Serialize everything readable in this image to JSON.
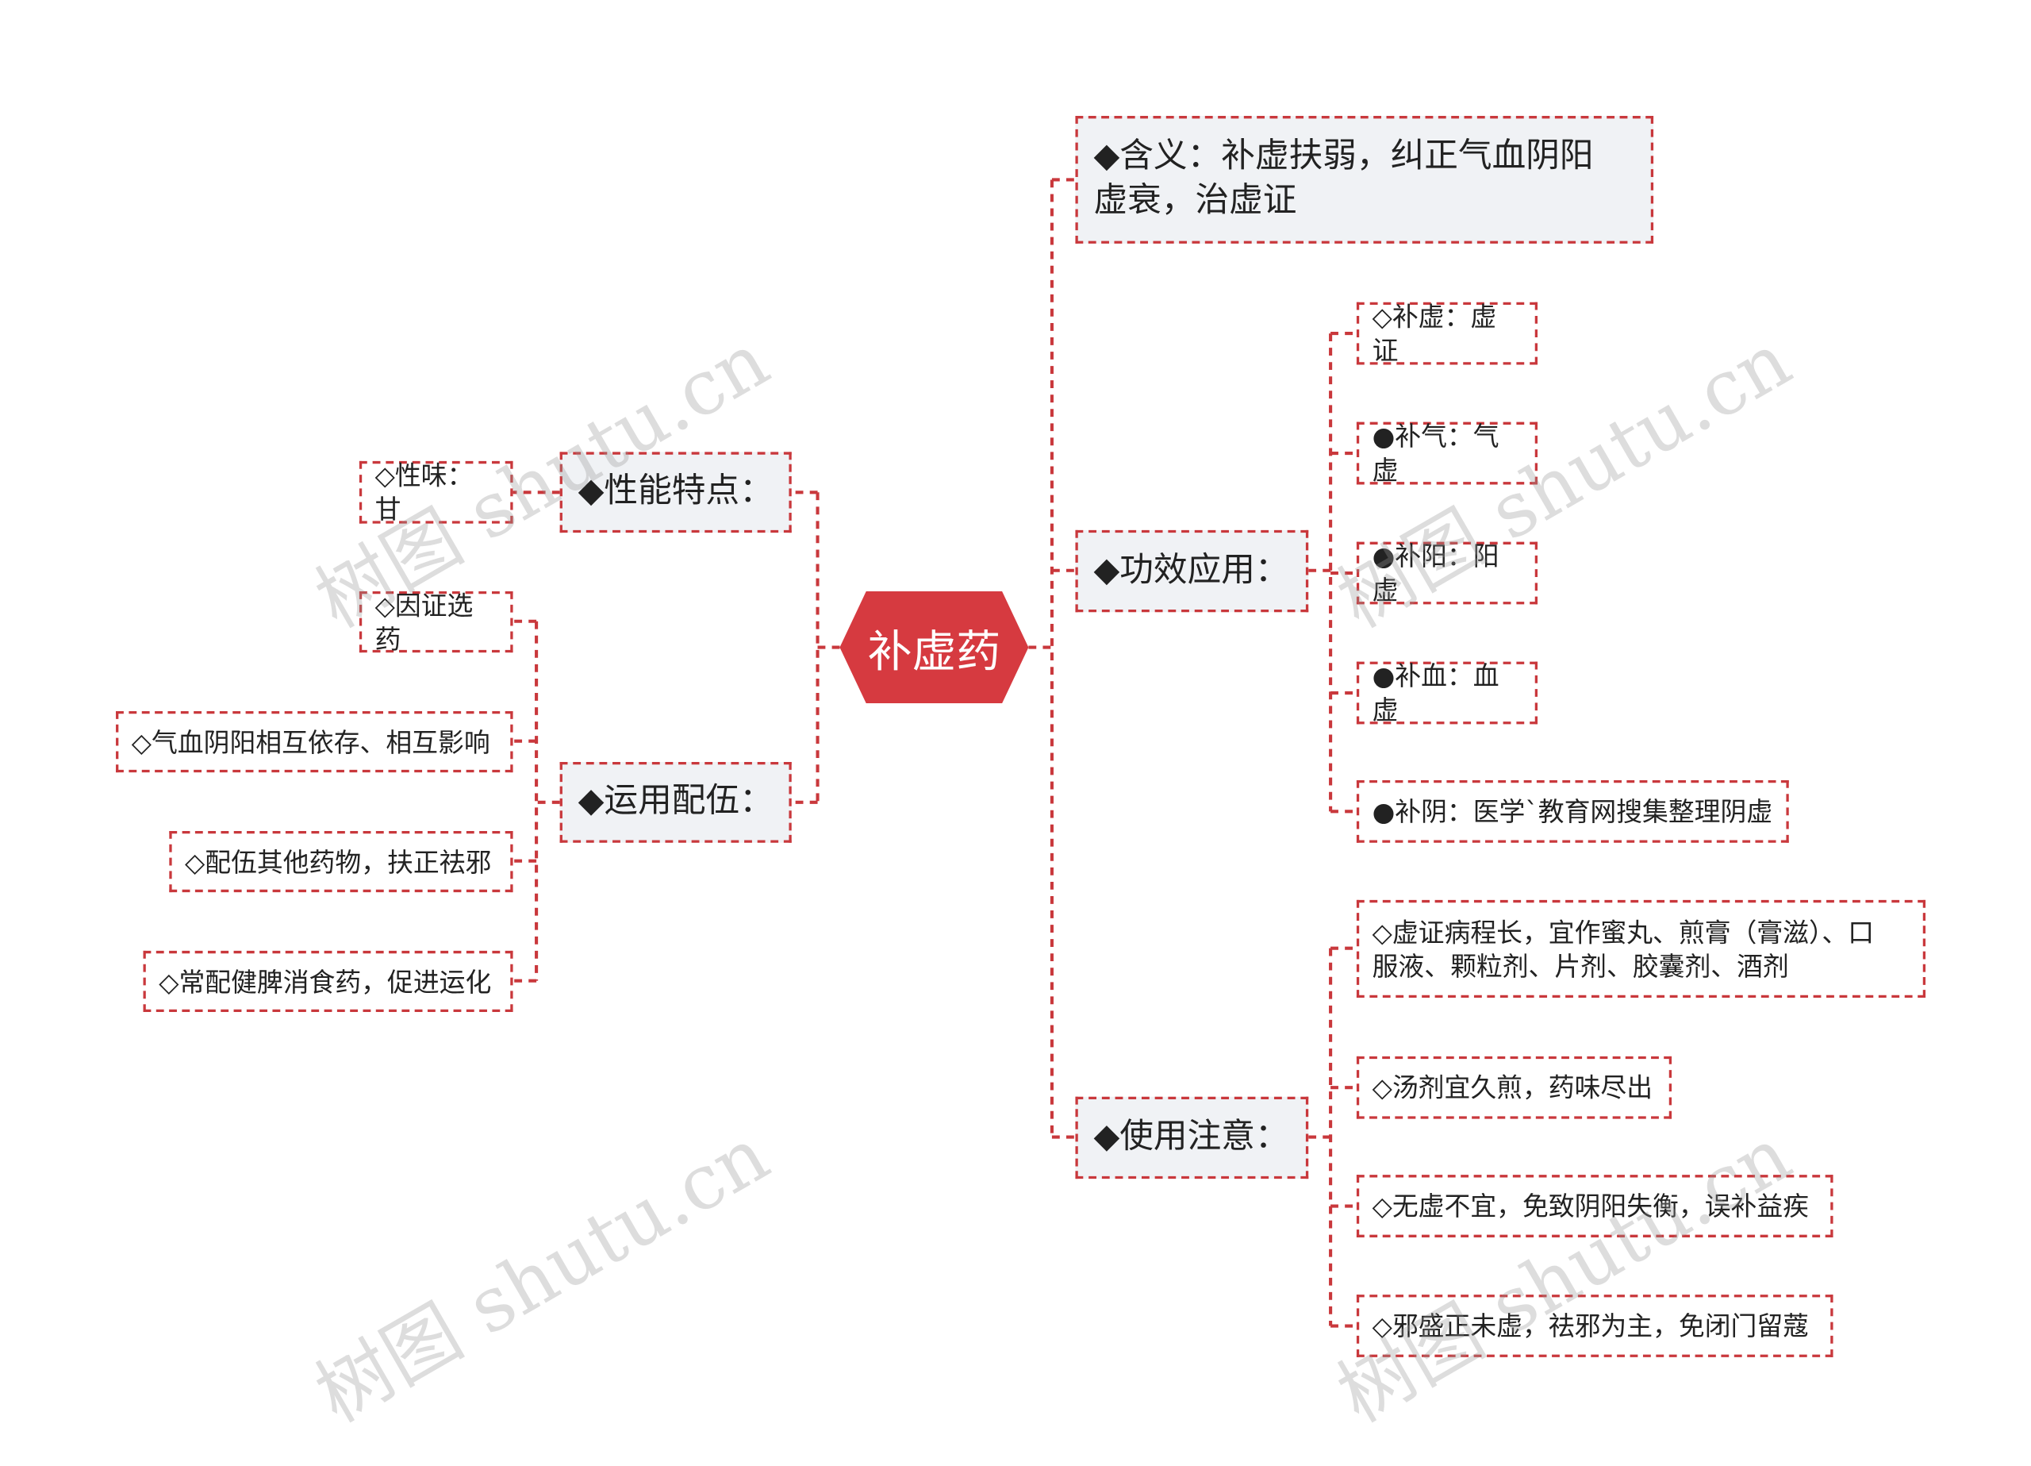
{
  "root": {
    "label": "补虚药"
  },
  "left": {
    "props": {
      "label": "◆性能特点：",
      "children": [
        "◇性味：甘"
      ]
    },
    "usage": {
      "label": "◆运用配伍：",
      "children": [
        "◇因证选药",
        "◇气血阴阳相互依存、相互影响",
        "◇配伍其他药物，扶正祛邪",
        "◇常配健脾消食药，促进运化"
      ]
    }
  },
  "right": {
    "meaning": {
      "label": "◆含义：补虚扶弱，纠正气血阴阳\n虚衰，治虚证"
    },
    "effects": {
      "label": "◆功效应用：",
      "children": [
        "◇补虚：虚证",
        "●补气：气虚",
        "●补阳：阳虚",
        "●补血：血虚",
        "●补阴：医学`教育网搜集整理阴虚"
      ]
    },
    "notes": {
      "label": "◆使用注意：",
      "children": [
        "◇虚证病程长，宜作蜜丸、煎膏（膏滋）、口\n服液、颗粒剂、片剂、胶囊剂、酒剂",
        "◇汤剂宜久煎，药味尽出",
        "◇无虚不宜，免致阴阳失衡，误补益疾",
        "◇邪盛正未虚，祛邪为主，免闭门留蔻"
      ]
    }
  },
  "watermark": "树图 shutu.cn",
  "colors": {
    "accent": "#d63a40",
    "line": "#c9383c",
    "box": "#f0f2f5"
  }
}
